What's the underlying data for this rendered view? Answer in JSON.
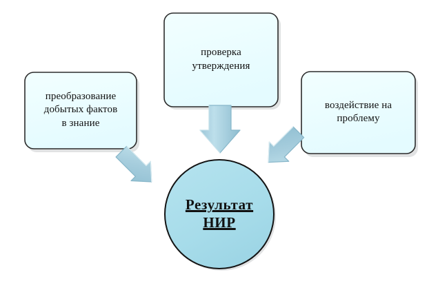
{
  "diagram": {
    "type": "convergence-diagram",
    "background_color": "#ffffff",
    "language": "ru",
    "box_fill_color": "#eafdff",
    "box_border_color": "#2b2b2b",
    "circle_fill_color": "#a7dcea",
    "circle_border_color": "#1a1a1a",
    "arrow_fill_color": "#a4cddc",
    "arrow_edge_color": "#7fb4c6",
    "text_color": "#111111",
    "nodes": [
      {
        "id": "box-left",
        "shape": "rounded-rectangle",
        "label": "преобразование\nдобытых фактов\nв знание"
      },
      {
        "id": "box-center",
        "shape": "rounded-rectangle",
        "label": "проверка\nутверждения"
      },
      {
        "id": "box-right",
        "shape": "rounded-rectangle",
        "label": "воздействие на\nпроблему"
      },
      {
        "id": "circle-result",
        "shape": "circle",
        "label": "Результат\nНИР",
        "emphasis": "bold-underline"
      }
    ],
    "arrows": [
      {
        "id": "arrow-left",
        "from": "box-left",
        "to": "circle-result",
        "direction": "down-right"
      },
      {
        "id": "arrow-center",
        "from": "box-center",
        "to": "circle-result",
        "direction": "down"
      },
      {
        "id": "arrow-right",
        "from": "box-right",
        "to": "circle-result",
        "direction": "down-left"
      }
    ]
  }
}
